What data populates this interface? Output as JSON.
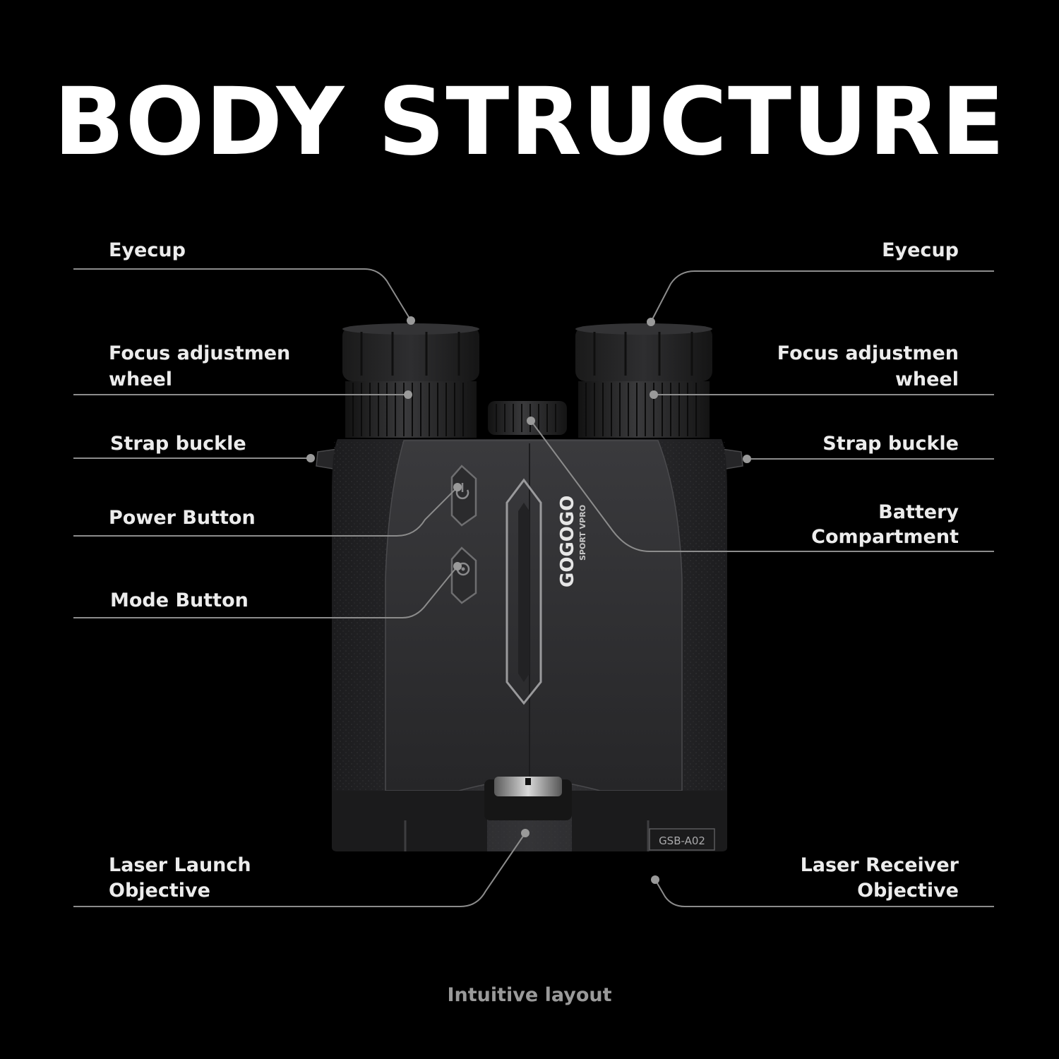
{
  "title": "BODY STRUCTURE",
  "caption": "Intuitive layout",
  "product": {
    "brand": "GOGOGO",
    "tagline": "SPORT VPRO",
    "model": "GSB-A02"
  },
  "labels": {
    "eyecup_left": {
      "line1": "Eyecup"
    },
    "eyecup_right": {
      "line1": "Eyecup"
    },
    "focus_left": {
      "line1": "Focus adjustmen",
      "line2": "wheel"
    },
    "focus_right": {
      "line1": "Focus adjustmen",
      "line2": "wheel"
    },
    "strap_left": {
      "line1": "Strap buckle"
    },
    "strap_right": {
      "line1": "Strap buckle"
    },
    "power": {
      "line1": "Power Button"
    },
    "battery": {
      "line1": "Battery",
      "line2": "Compartment"
    },
    "mode": {
      "line1": "Mode Button"
    },
    "laser_launch": {
      "line1": "Laser Launch",
      "line2": "Objective"
    },
    "laser_receiver": {
      "line1": "Laser Receiver",
      "line2": "Objective"
    }
  },
  "colors": {
    "background": "#000000",
    "title": "#ffffff",
    "label": "#ececec",
    "leader_line": "#8c8c8c",
    "caption": "#9a9a9a",
    "body": "#2a2a2c"
  }
}
